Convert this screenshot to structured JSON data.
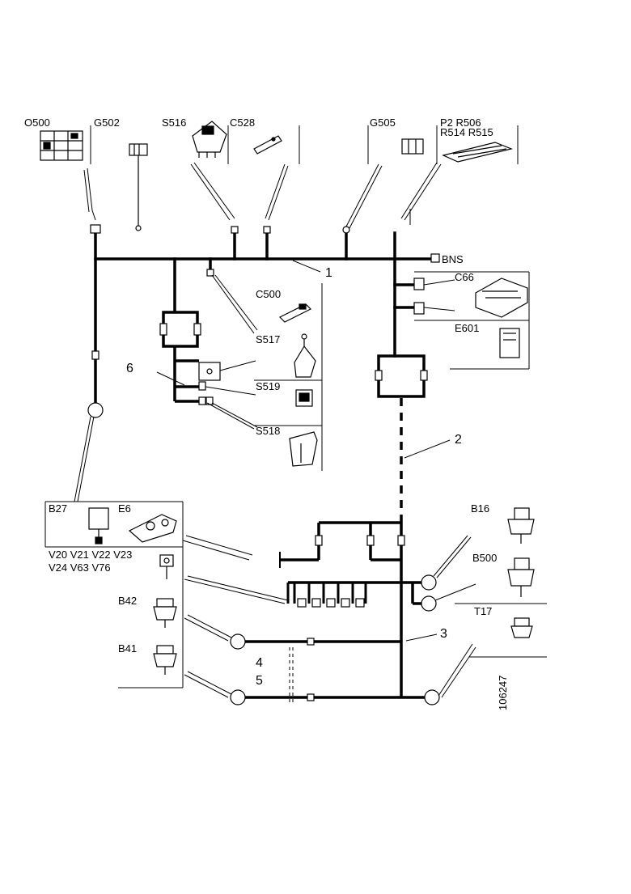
{
  "components": {
    "O500": "O500",
    "G502": "G502",
    "S516": "S516",
    "C528": "C528",
    "G505": "G505",
    "P2R506": "P2 R506",
    "R514R515": "R514 R515",
    "BNS": "BNS",
    "C500": "C500",
    "S517": "S517",
    "S519": "S519",
    "S518": "S518",
    "C66": "C66",
    "E601": "E601",
    "B27": "B27",
    "E6": "E6",
    "V_row1": "V20  V21  V22  V23",
    "V_row2": "V24  V63  V76",
    "B42": "B42",
    "B41": "B41",
    "B16": "B16",
    "B500": "B500",
    "T17": "T17"
  },
  "harness_numbers": {
    "n1": "1",
    "n2": "2",
    "n3": "3",
    "n4": "4",
    "n5": "5",
    "n6": "6"
  },
  "document_number": "106247"
}
